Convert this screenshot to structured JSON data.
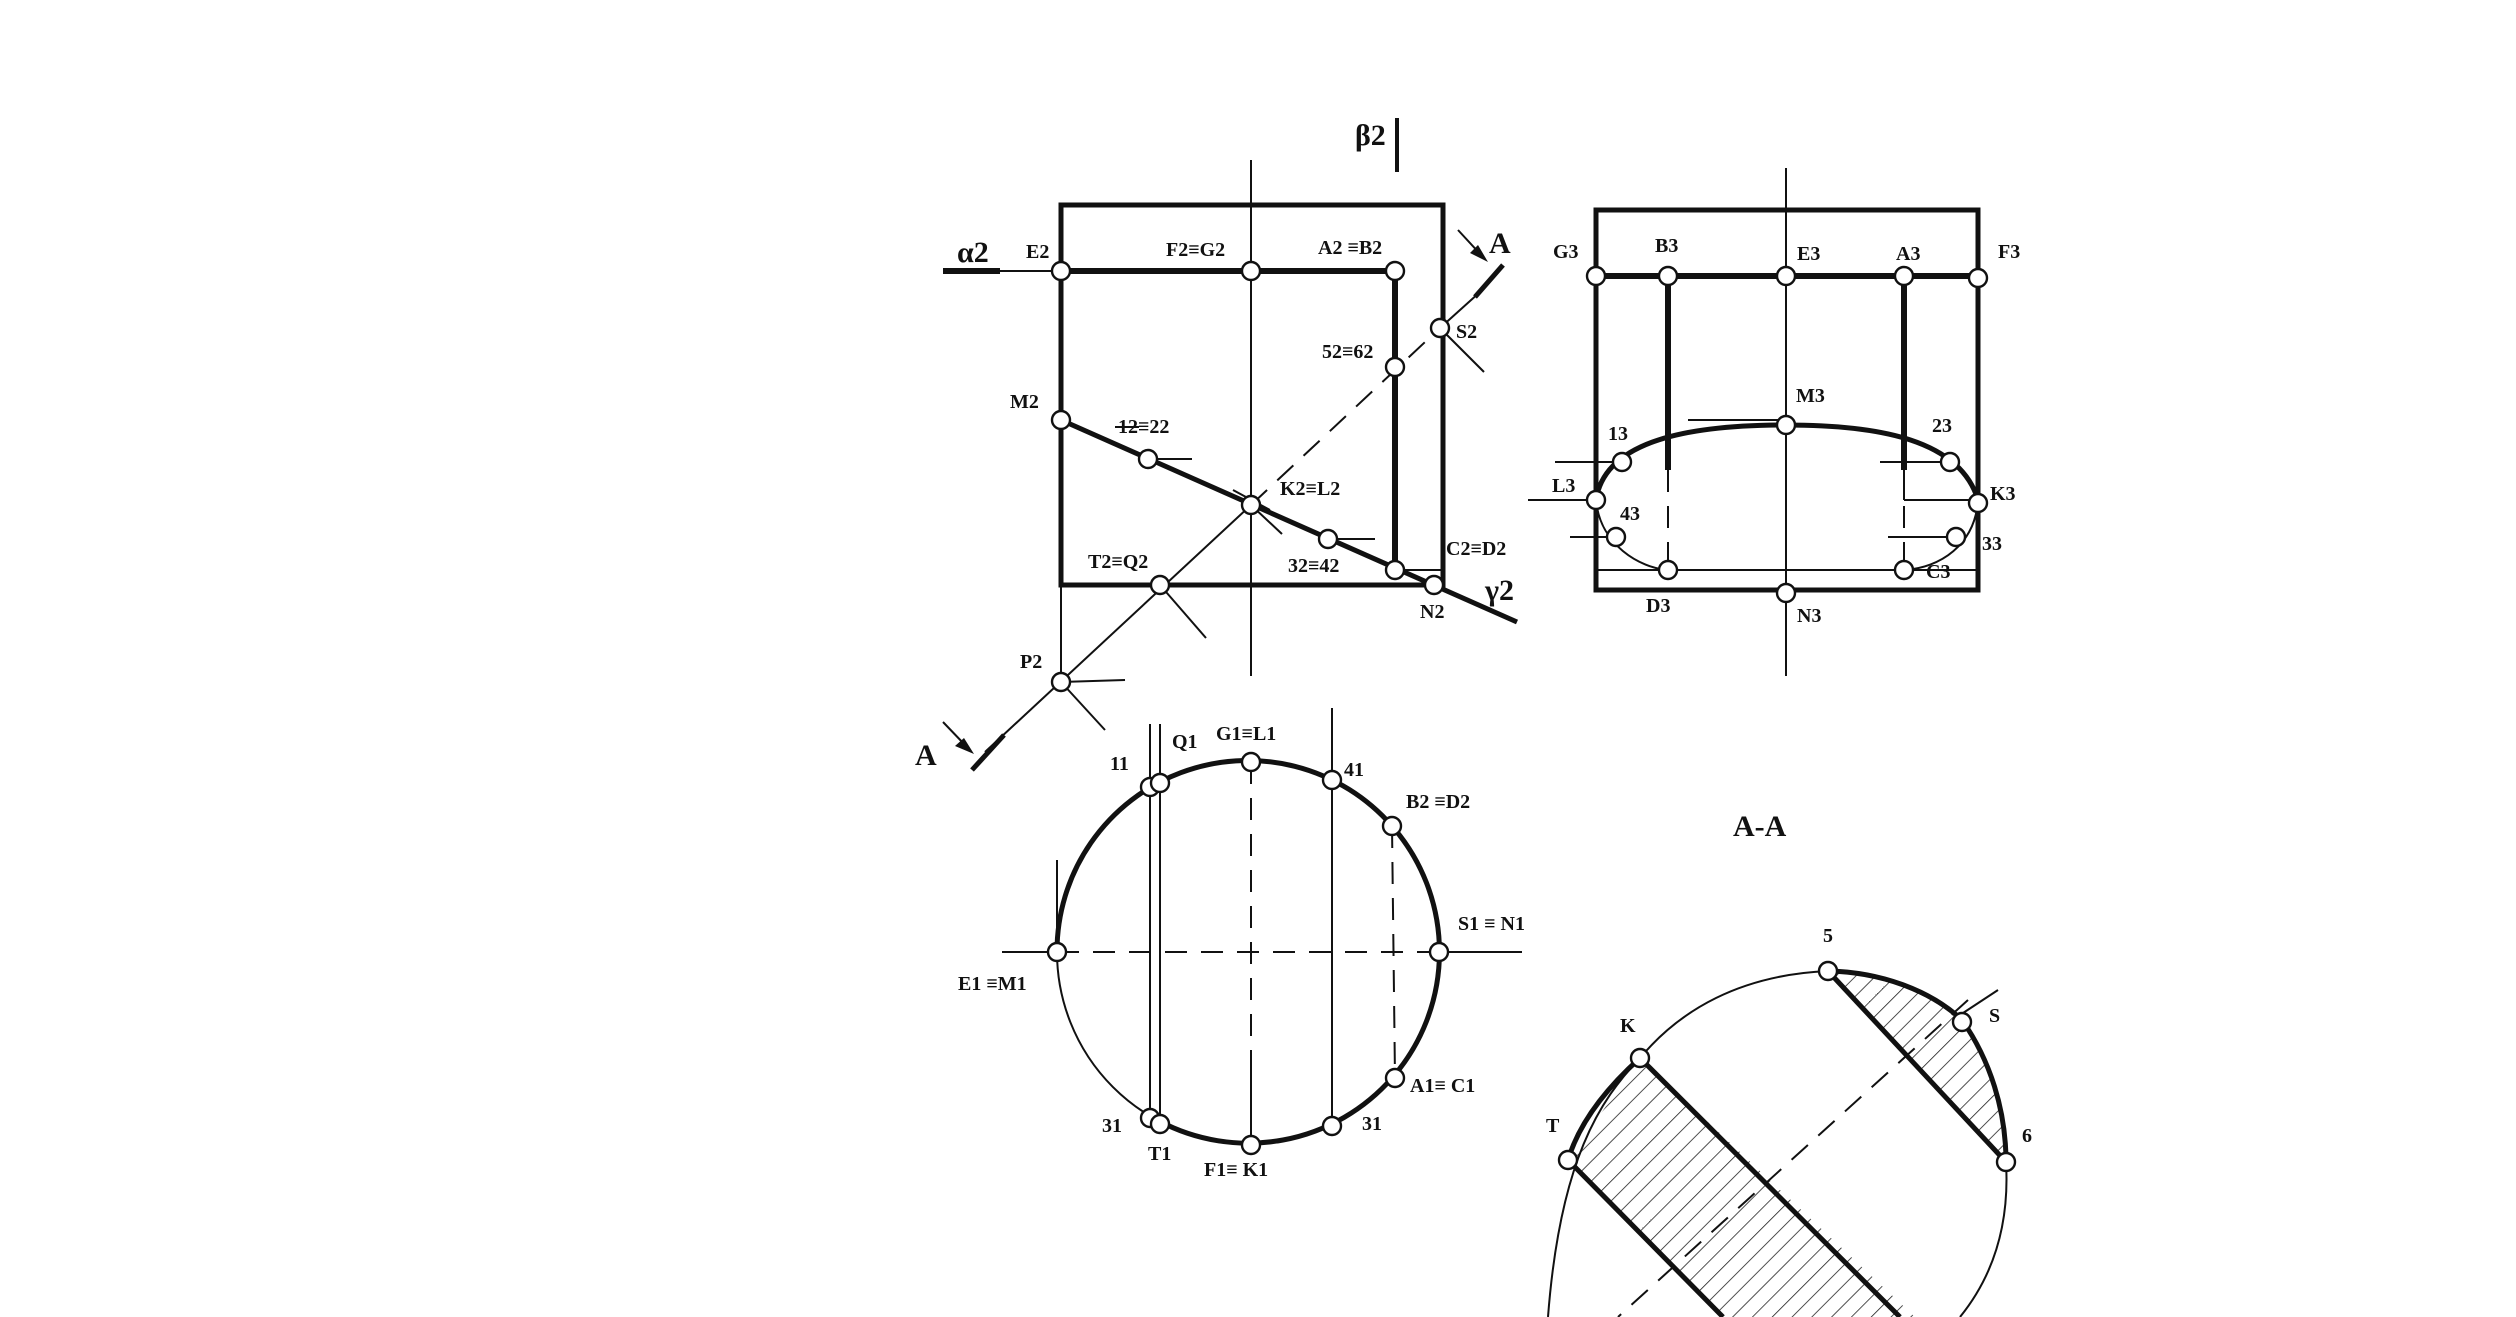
{
  "labels": {
    "beta2": "β2",
    "alpha2": "α2",
    "gamma2": "γ2",
    "arrow_a_top": "A",
    "arrow_a_bottom": "A",
    "section_title": "A-A",
    "E2": "E2",
    "F2G2": "F2≡G2",
    "A2B2": "A2 ≡B2",
    "S2": "S2",
    "M2": "M2",
    "n12_22": "12≡22",
    "n52_62": "52≡62",
    "K2L2": "K2≡L2",
    "n32_42": "32≡42",
    "C2D2": "C2≡D2",
    "T2Q2": "T2≡Q2",
    "N2": "N2",
    "P2": "P2",
    "G3": "G3",
    "B3": "B3",
    "E3": "E3",
    "A3": "A3",
    "F3": "F3",
    "M3": "M3",
    "n13": "13",
    "n23": "23",
    "L3": "L3",
    "K3": "K3",
    "n43": "43",
    "n33": "33",
    "C3": "C3",
    "D3": "D3",
    "N3": "N3",
    "n11": "11",
    "Q1": "Q1",
    "G1L1": "G1≡L1",
    "n41": "41",
    "B2D2": "B2 ≡D2",
    "S1N1": "S1 ≡ N1",
    "E1M1": "E1 ≡M1",
    "A1C1": "A1≡ C1",
    "n31_left": "31",
    "n31_right": "31",
    "T1": "T1",
    "F1K1": "F1≡ K1",
    "s5": "5",
    "sK": "K",
    "sS": "S",
    "sT": "T",
    "s6": "6"
  }
}
